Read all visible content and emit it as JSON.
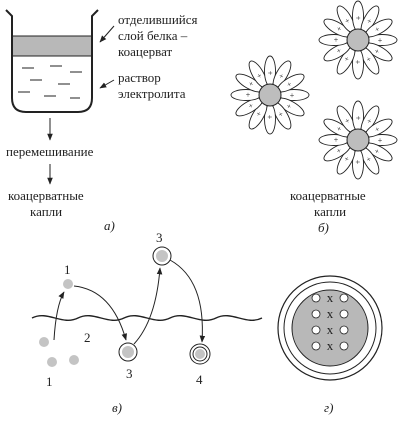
{
  "panel_a": {
    "label_layer_line1": "отделившийся",
    "label_layer_line2": "слой белка –",
    "label_layer_line3": "коацерват",
    "label_solution_line1": "раствор",
    "label_solution_line2": "электролита",
    "label_mixing": "перемешивание",
    "label_drops_line1": "коацерватные",
    "label_drops_line2": "капли",
    "caption": "а)"
  },
  "panel_b": {
    "label_drops_line1": "коацерватные",
    "label_drops_line2": "капли",
    "caption": "б)",
    "charge_sign": "+"
  },
  "panel_v": {
    "num1_top": "1",
    "num1_bottom": "1",
    "num2": "2",
    "num3_top": "3",
    "num3_bottom": "3",
    "num4": "4",
    "caption": "в)"
  },
  "panel_g": {
    "marker": "x",
    "caption": "г)"
  }
}
